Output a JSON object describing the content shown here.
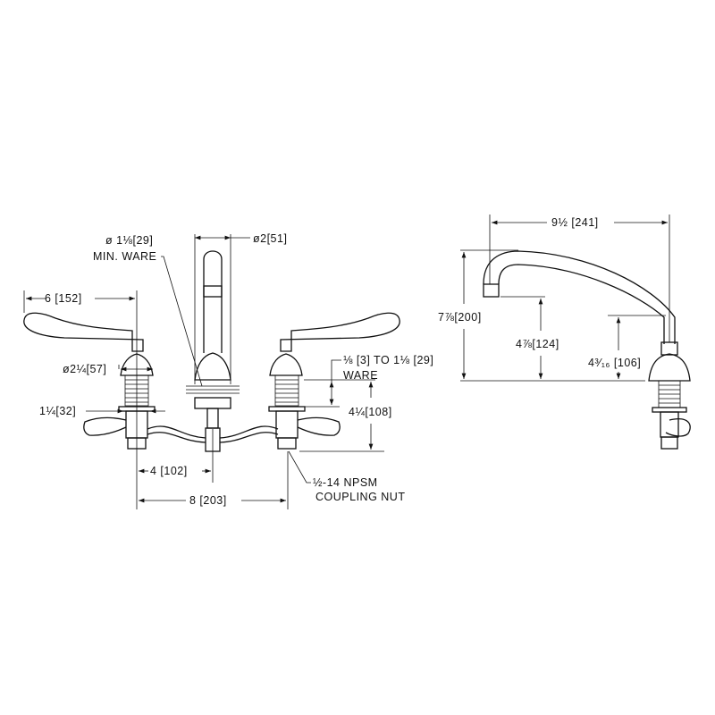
{
  "front_view": {
    "handle_reach": "6 [152]",
    "escutcheon_dia": "ø2¼[57]",
    "shank_dia": "1¼[32]",
    "min_ware": "ø 1⅛[29]",
    "min_ware_note": "MIN. WARE",
    "spout_base_dia": "ø2[51]",
    "ware_thickness": "⅛ [3] TO 1⅛ [29]",
    "ware_note": "WARE",
    "height_below_deck": "4¼[108]",
    "center_to_spout": "4 [102]",
    "center_to_center": "8 [203]",
    "coupling_thread": "½-14 NPSM",
    "coupling_note": "COUPLING NUT"
  },
  "side_view": {
    "spout_reach": "9½ [241]",
    "overall_height": "7⅞[200]",
    "outlet_height": "4⅞[124]",
    "spout_base_height": "4³⁄₁₆ [106]"
  }
}
